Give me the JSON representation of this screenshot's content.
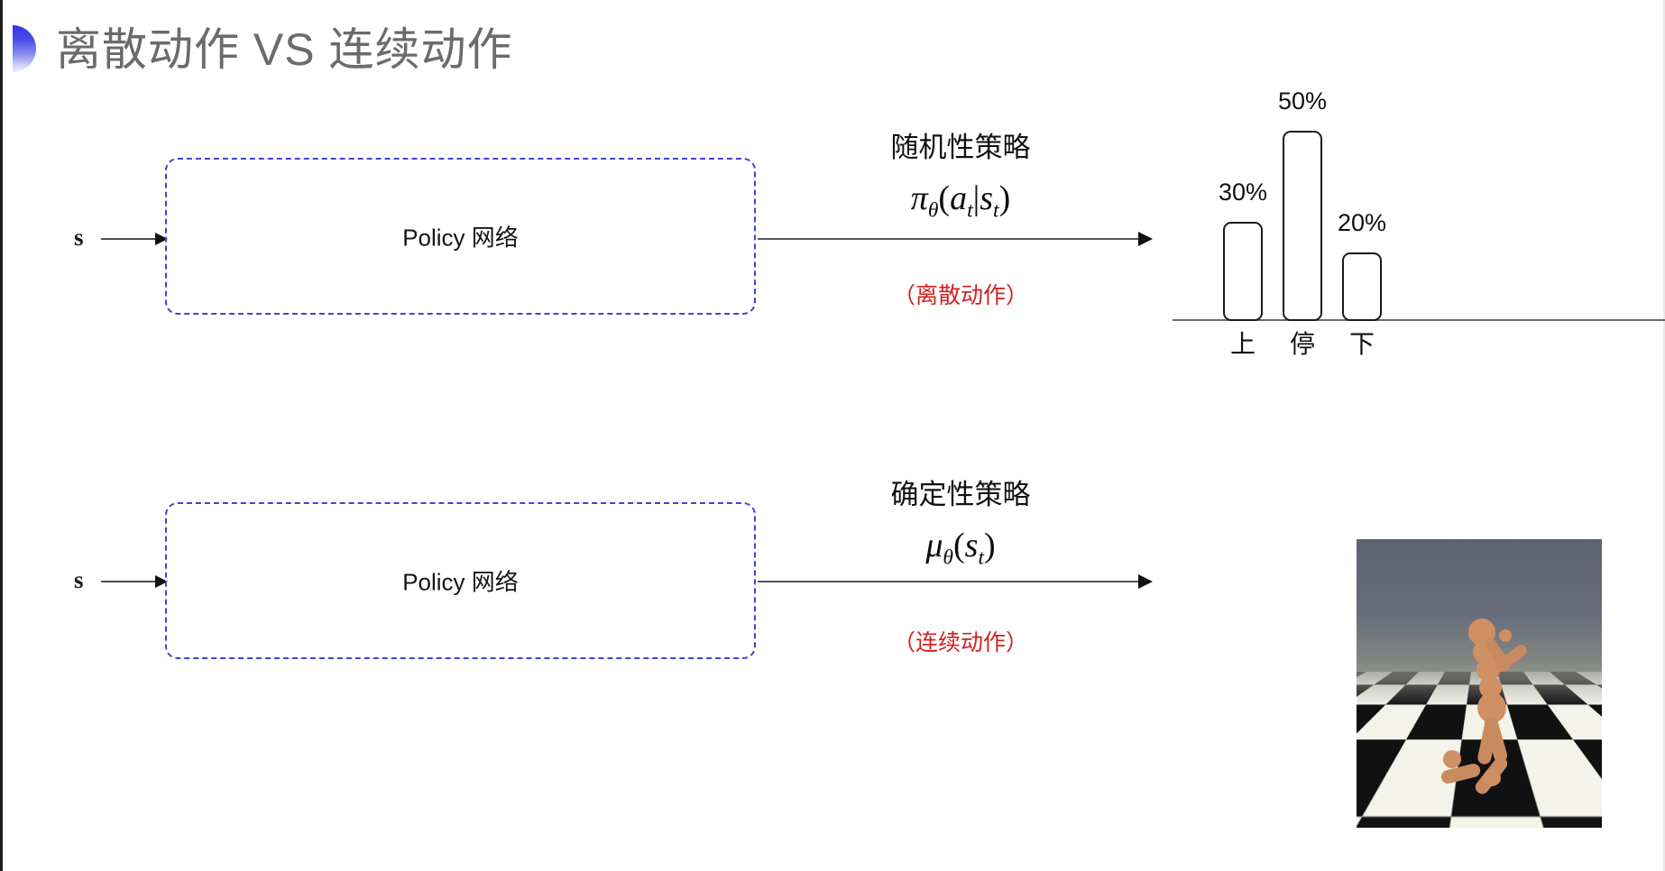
{
  "slide": {
    "title": "离散动作 VS 连续动作",
    "bullet_color": "#3333ee",
    "title_color": "#6b6b6b"
  },
  "rows": [
    {
      "id": "discrete",
      "input_label": "s",
      "box_label": "Policy 网络",
      "policy_kind": "随机性策略",
      "formula_plain": "π_θ(a_t|s_t)",
      "action_note": "（离散动作）",
      "action_note_color": "#d02020",
      "output_type": "bar-chart"
    },
    {
      "id": "continuous",
      "input_label": "s",
      "box_label": "Policy 网络",
      "policy_kind": "确定性策略",
      "formula_plain": "μ_θ(s_t)",
      "action_note": "（连续动作）",
      "action_note_color": "#d02020",
      "output_type": "humanoid-simulation"
    }
  ],
  "formula_parts": {
    "discrete": {
      "pi": "π",
      "theta": "θ",
      "open": "(",
      "a": "a",
      "t1": "t",
      "bar": "|",
      "s": "s",
      "t2": "t",
      "close": ")"
    },
    "continuous": {
      "mu": "μ",
      "theta": "θ",
      "open": "(",
      "s": "s",
      "t": "t",
      "close": ")"
    }
  },
  "chart_data": {
    "type": "bar",
    "title": "",
    "categories": [
      "上",
      "停",
      "下"
    ],
    "values": [
      30,
      50,
      20
    ],
    "value_labels": [
      "30%",
      "50%",
      "20%"
    ],
    "xlabel": "",
    "ylabel": "",
    "ylim": [
      0,
      60
    ],
    "grid": false,
    "legend": "none",
    "bar_fill": "#ffffff",
    "bar_stroke": "#1b1b1b"
  },
  "simulation": {
    "name": "humanoid-mujoco",
    "sky_color": "#5c6371",
    "floor_colors": [
      "#f3f3ea",
      "#111111"
    ],
    "body_color": "#cf9064"
  }
}
